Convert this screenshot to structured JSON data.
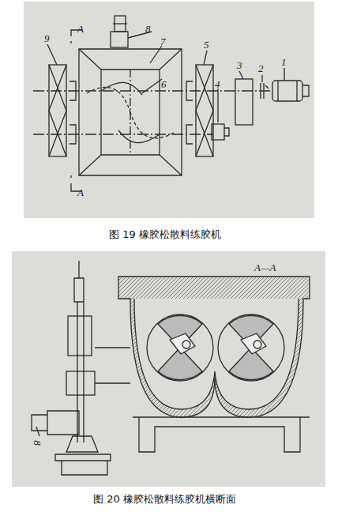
{
  "diagram": {
    "labels": [
      "A",
      "A",
      "1",
      "2",
      "3",
      "4",
      "5",
      "6",
      "7",
      "8",
      "9",
      "图 19 橡胶松散料练胶机",
      "A—A",
      "8",
      "图 20 橡胶松散料练胶机横断面"
    ]
  }
}
